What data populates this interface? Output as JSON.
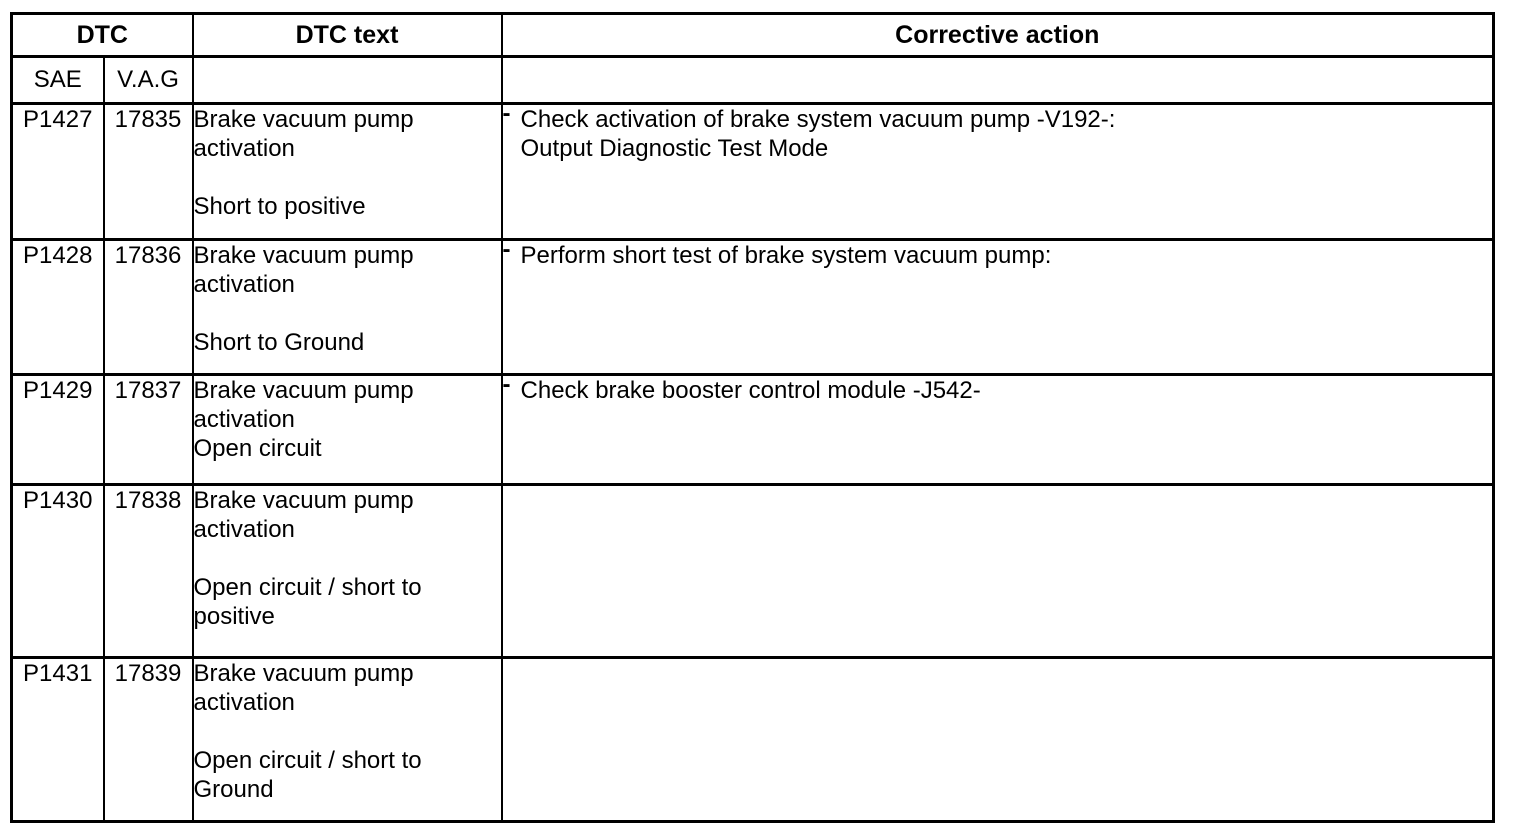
{
  "table": {
    "bullet_char": "-",
    "headers": {
      "dtc": "DTC",
      "dtc_text": "DTC text",
      "corrective_action": "Corrective action",
      "sae": "SAE",
      "vag": "V.A.G"
    },
    "rows": [
      {
        "sae": "P1427",
        "vag": "17835",
        "dtc_text_lines": [
          "Brake vacuum pump",
          "activation",
          "",
          "Short to positive"
        ],
        "actions": [
          {
            "lines": [
              "Check activation of brake system vacuum pump -V192-:",
              "Output Diagnostic Test Mode"
            ]
          }
        ]
      },
      {
        "sae": "P1428",
        "vag": "17836",
        "dtc_text_lines": [
          "Brake vacuum pump",
          "activation",
          "",
          "Short to Ground"
        ],
        "actions": [
          {
            "lines": [
              "Perform short test of brake system vacuum pump:"
            ]
          }
        ]
      },
      {
        "sae": "P1429",
        "vag": "17837",
        "dtc_text_lines": [
          "Brake vacuum pump",
          "activation",
          "Open circuit"
        ],
        "actions": [
          {
            "lines": [
              "Check brake booster control module -J542-"
            ]
          }
        ]
      },
      {
        "sae": "P1430",
        "vag": "17838",
        "dtc_text_lines": [
          "Brake vacuum pump",
          "activation",
          "",
          "Open circuit / short to",
          "positive"
        ],
        "actions": []
      },
      {
        "sae": "P1431",
        "vag": "17839",
        "dtc_text_lines": [
          "Brake vacuum pump",
          "activation",
          "",
          "Open circuit / short to",
          "Ground"
        ],
        "actions": []
      }
    ]
  },
  "colors": {
    "ink": "#000000",
    "paper": "#ffffff"
  }
}
